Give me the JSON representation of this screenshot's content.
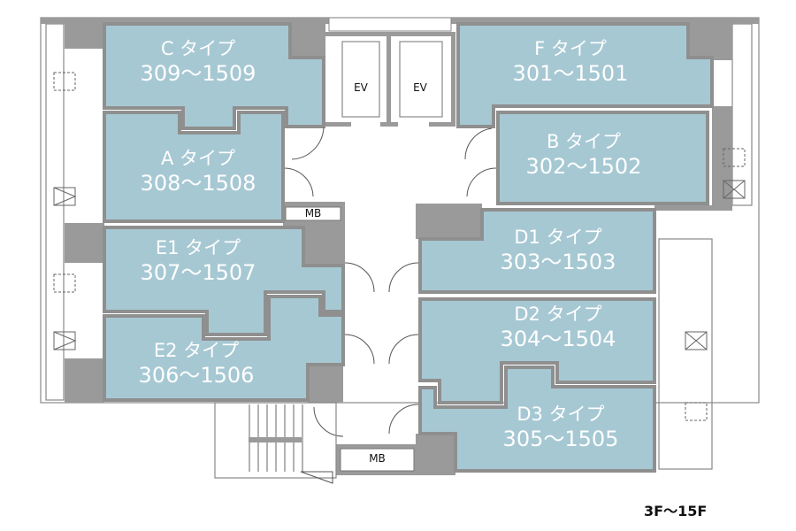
{
  "units": [
    {
      "type": "C タイプ",
      "rooms": "309〜1509"
    },
    {
      "type": "A タイプ",
      "rooms": "308〜1508"
    },
    {
      "type": "E1 タイプ",
      "rooms": "307〜1507"
    },
    {
      "type": "E2 タイプ",
      "rooms": "306〜1506"
    },
    {
      "type": "F タイプ",
      "rooms": "301〜1501"
    },
    {
      "type": "B タイプ",
      "rooms": "302〜1502"
    },
    {
      "type": "D1 タイプ",
      "rooms": "303〜1503"
    },
    {
      "type": "D2 タイプ",
      "rooms": "304〜1504"
    },
    {
      "type": "D3 タイプ",
      "rooms": "305〜1505"
    }
  ],
  "elevators": [
    "EV",
    "EV"
  ],
  "meter_boxes": [
    "MB",
    "MB"
  ],
  "floor_range": "3F〜15F",
  "colors": {
    "unit": "#a6c8d3",
    "wall": "#9a9a9a"
  }
}
